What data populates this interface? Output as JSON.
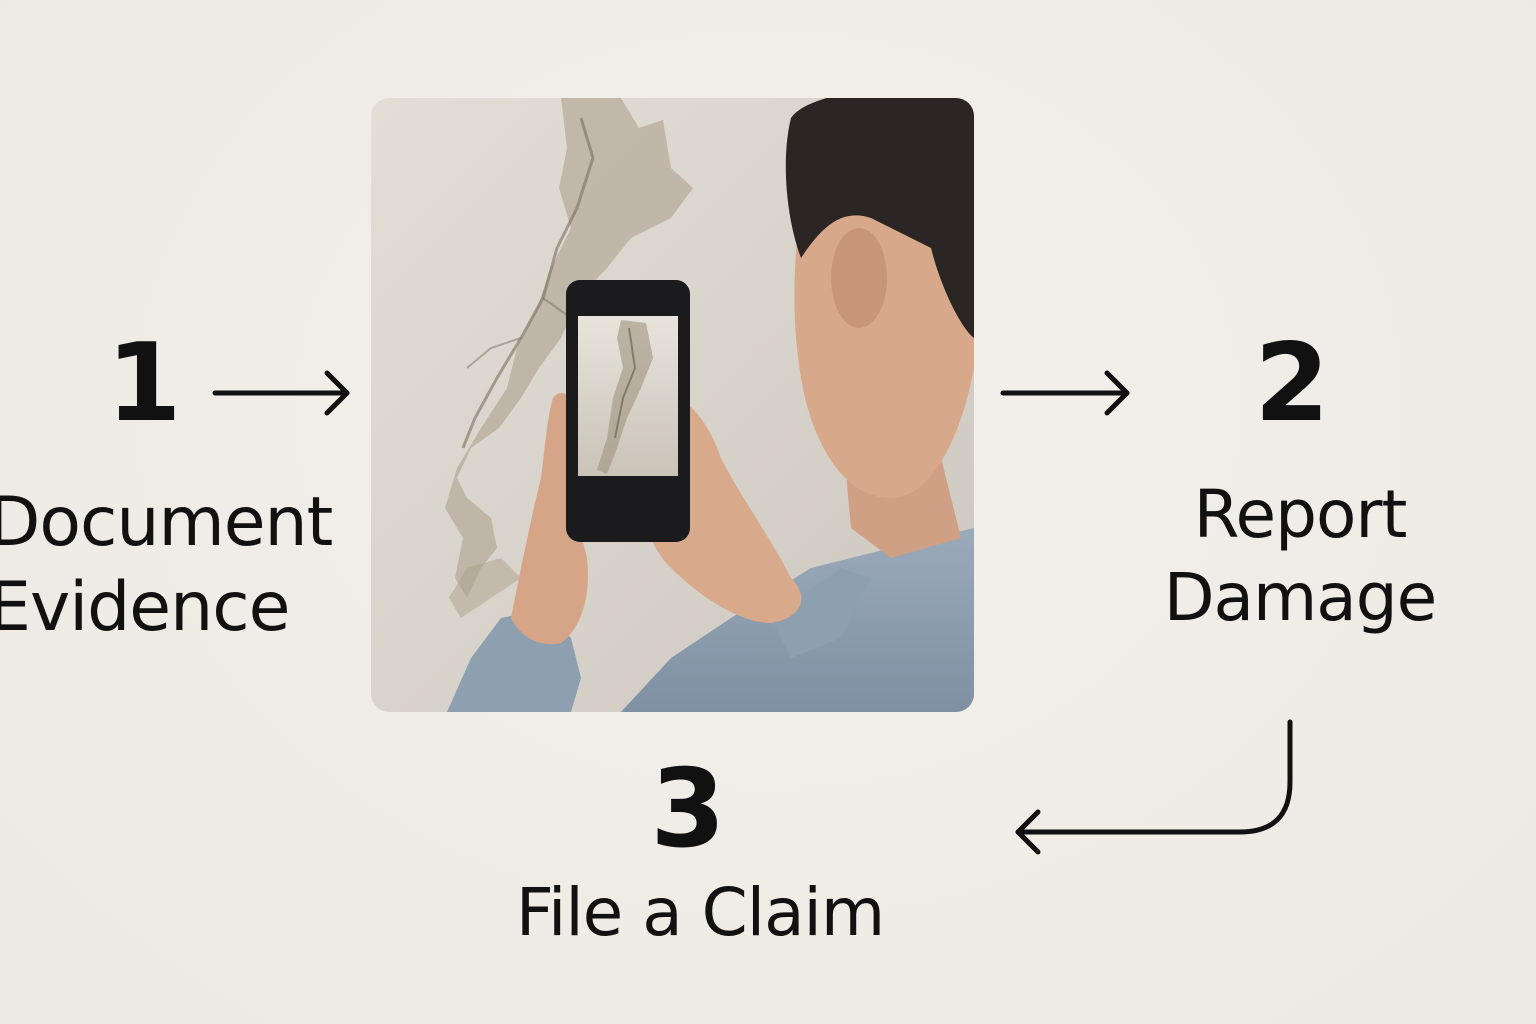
{
  "steps": [
    {
      "number": "1",
      "label_line1": "Document",
      "label_line2": "Evidence"
    },
    {
      "number": "2",
      "label_line1": "Report",
      "label_line2": "Damage"
    },
    {
      "number": "3",
      "label": "File a Claim"
    }
  ],
  "photo": {
    "subject": "person photographing water-damaged wall with smartphone"
  },
  "colors": {
    "background": "#f0ede8",
    "text": "#111111",
    "arrow": "#111111",
    "wall": "#dcd8d1",
    "stain": "#a89c88",
    "sweater": "#8fa0b0",
    "skin": "#d8a88a",
    "hair": "#2b2623",
    "phone": "#1b1b1d"
  }
}
